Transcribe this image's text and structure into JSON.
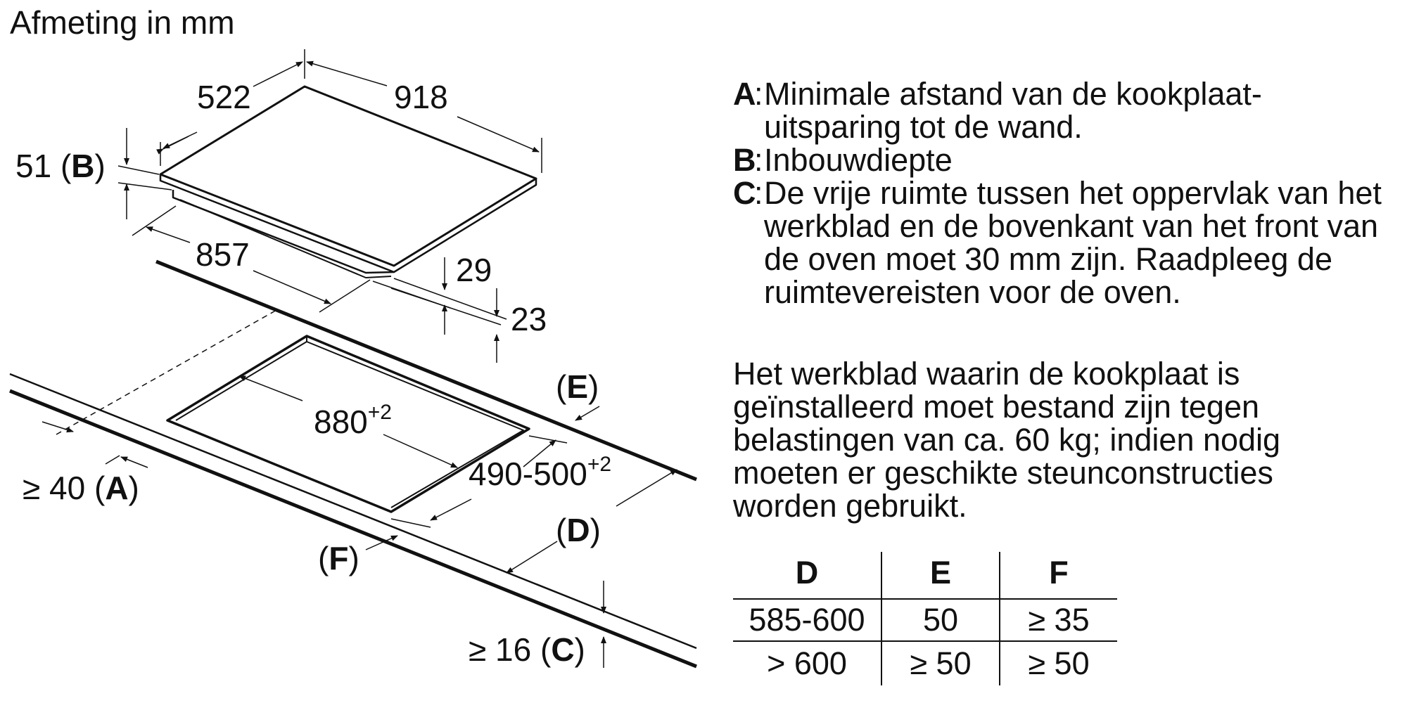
{
  "title": "Afmeting in mm",
  "dimensions": {
    "depth": "522",
    "width": "918",
    "height_b": "51",
    "height_b_key": "B",
    "base_width": "857",
    "thickness_29": "29",
    "thickness_23": "23",
    "cutout_width": "880",
    "cutout_width_tol": "+2",
    "cutout_depth": "490-500",
    "cutout_depth_tol": "+2",
    "min_wall": "≥ 40",
    "min_wall_key": "A",
    "min_clearance": "≥ 16",
    "min_clearance_key": "C",
    "label_d": "D",
    "label_e": "E",
    "label_f": "F"
  },
  "legend": [
    {
      "key": "A",
      "text": "Minimale afstand van de kookplaat-uitsparing tot de wand."
    },
    {
      "key": "B",
      "text": "Inbouwdiepte"
    },
    {
      "key": "C",
      "text": "De vrije ruimte tussen het oppervlak van het werkblad en de bovenkant van het front van de oven moet 30 mm zijn. Raadpleeg de ruimtevereisten voor de oven."
    }
  ],
  "note": "Het werkblad waarin de kookplaat is geïnstalleerd moet bestand zijn tegen belastingen van ca. 60 kg; indien nodig moeten er geschikte steunconstructies worden gebruikt.",
  "table": {
    "headers": [
      "D",
      "E",
      "F"
    ],
    "rows": [
      [
        "585-600",
        "50",
        "≥ 35"
      ],
      [
        "> 600",
        "≥ 50",
        "≥ 50"
      ]
    ]
  }
}
